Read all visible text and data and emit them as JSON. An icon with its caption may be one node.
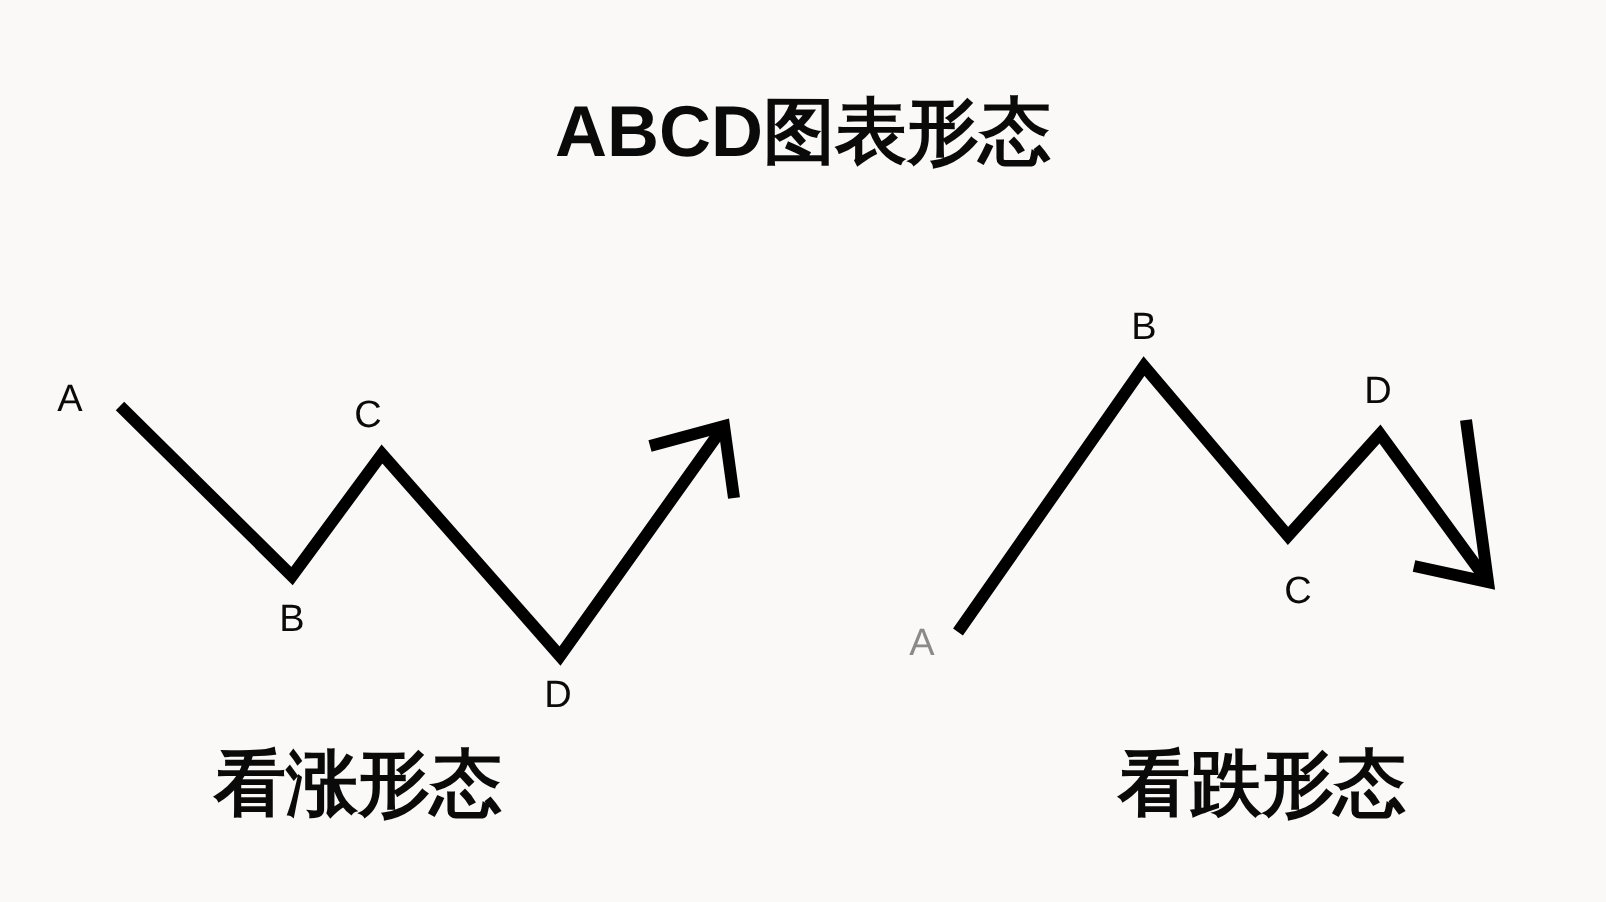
{
  "diagram": {
    "title": "ABCD图表形态",
    "labels": [
      "A",
      "B",
      "C",
      "D",
      "看涨形态",
      "A",
      "B",
      "C",
      "D",
      "看跌形态"
    ]
  }
}
